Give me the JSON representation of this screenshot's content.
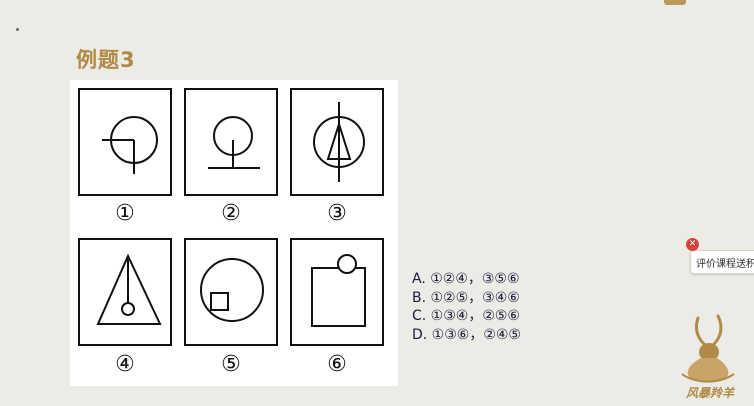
{
  "slide": {
    "title": "例题3",
    "figure_labels": [
      "①",
      "②",
      "③",
      "④",
      "⑤",
      "⑥"
    ],
    "options": [
      "A. ①②④，③⑤⑥",
      "B. ①②⑤，③④⑥",
      "C. ①③④，②⑤⑥",
      "D. ①③⑥，②④⑤"
    ]
  },
  "feedback_widget": {
    "label": "评价课程送积分",
    "close_icon": "close-icon"
  },
  "logo": {
    "text": "风暴羚羊"
  },
  "colors": {
    "background": "#ecebe6",
    "title": "#b08a46",
    "line": "#111111",
    "close_badge": "#d9443a"
  }
}
